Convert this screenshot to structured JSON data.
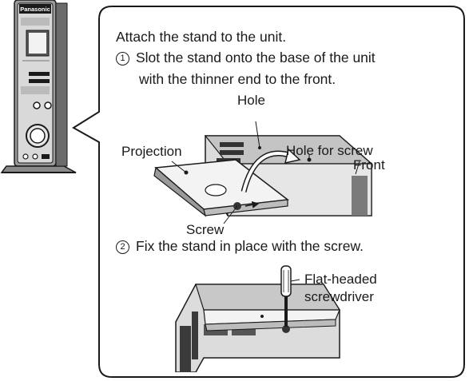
{
  "brand": "Panasonic",
  "instructions": {
    "heading": "Attach the stand to the unit.",
    "step1_number": "1",
    "step1_line1": "Slot the stand onto the base of the unit",
    "step1_line2": "with the thinner end to the front.",
    "step2_number": "2",
    "step2_text": "Fix the stand in place with the screw."
  },
  "figure1_labels": {
    "hole": "Hole",
    "hole_for_screw": "Hole for screw",
    "projection": "Projection",
    "front": "Front",
    "screw": "Screw"
  },
  "figure2_labels": {
    "tool_line1": "Flat-headed",
    "tool_line2": "screwdriver"
  }
}
